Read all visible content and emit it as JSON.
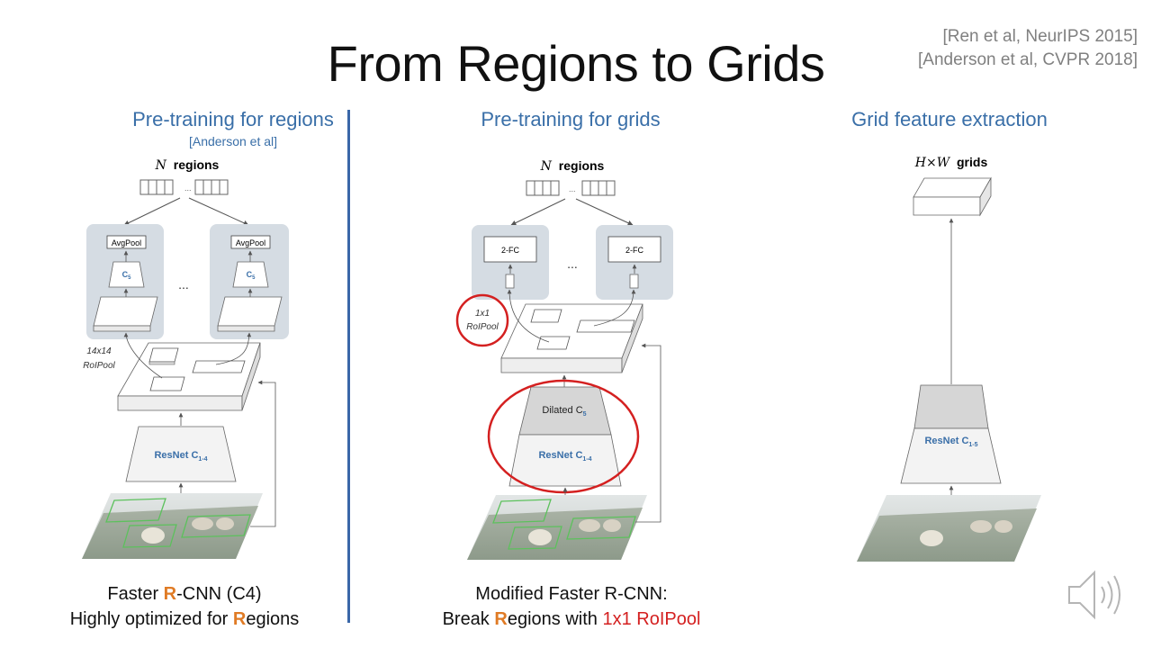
{
  "slide": {
    "title": "From Regions to Grids",
    "references": [
      "[Ren et al, NeurIPS 2015]",
      "[Anderson et al, CVPR 2018]"
    ]
  },
  "columns": [
    {
      "heading": "Pre-training for regions",
      "subheading": "[Anderson et al]",
      "output_label_var": "N",
      "output_label_text": "regions",
      "pool_label": "AvgPool",
      "stage_label": "C",
      "stage_sub": "5",
      "roipool_label_line1": "14x14",
      "roipool_label_line2": "RoIPool",
      "backbone_label": "ResNet C",
      "backbone_sub": "1-4",
      "ellipsis": "...",
      "caption_line1_pre": "Faster ",
      "caption_line1_highlight": "R",
      "caption_line1_post": "-CNN (C4)",
      "caption_line2_pre": "Highly optimized for ",
      "caption_line2_highlight": "R",
      "caption_line2_post": "egions"
    },
    {
      "heading": "Pre-training for grids",
      "output_label_var": "N",
      "output_label_text": "regions",
      "fc_label": "2-FC",
      "roipool_label_line1": "1x1",
      "roipool_label_line2": "RoIPool",
      "dilated_label": "Dilated C",
      "dilated_sub": "5",
      "backbone_label": "ResNet C",
      "backbone_sub": "1-4",
      "ellipsis": "...",
      "caption_line1": "Modified Faster R-CNN:",
      "caption_line2_pre": "Break ",
      "caption_line2_highlight": "R",
      "caption_line2_mid": "egions with ",
      "caption_line2_red": "1x1 RoIPool"
    },
    {
      "heading": "Grid feature extraction",
      "output_label_var": "H×W",
      "output_label_text": "grids",
      "backbone_label": "ResNet C",
      "backbone_sub": "1-5"
    }
  ],
  "colors": {
    "accent_blue": "#3a6fa8",
    "highlight_orange": "#e07b25",
    "highlight_red": "#d42020",
    "panel_gray": "#d5dce3",
    "region_green": "#5cc15c"
  },
  "icons": [
    "speaker-icon",
    "image-thumbnail"
  ]
}
